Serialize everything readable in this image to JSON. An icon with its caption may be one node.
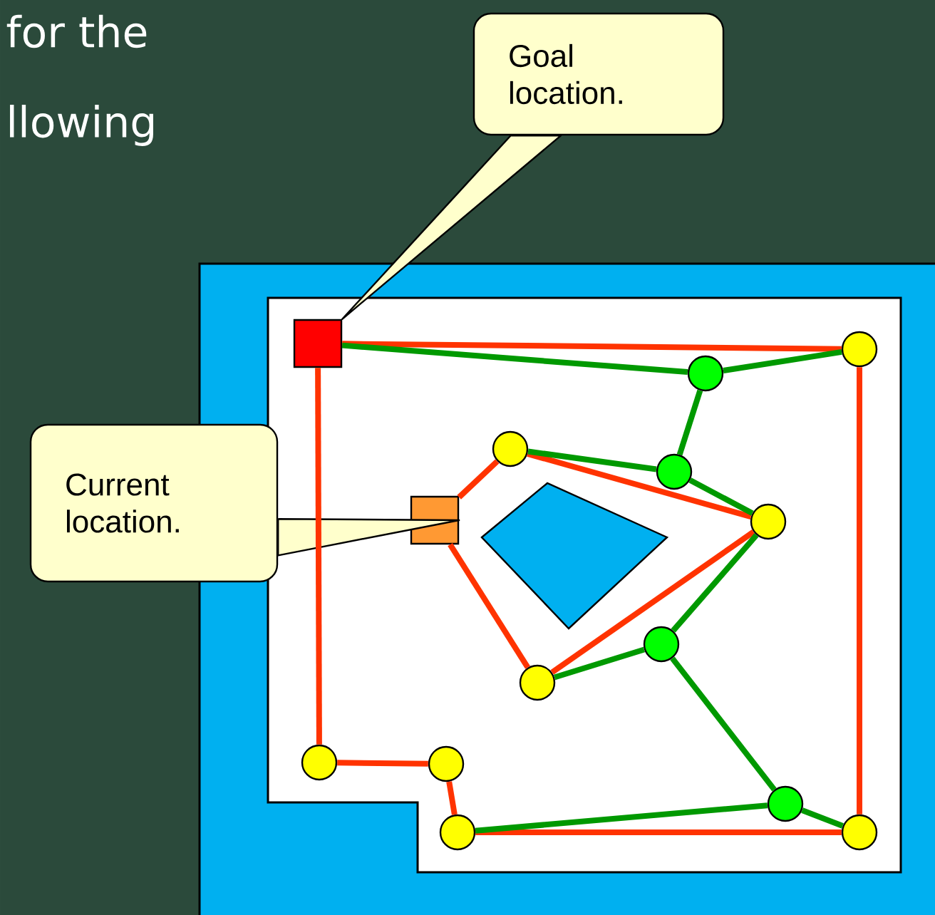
{
  "diagram": {
    "nodes": [
      {
        "text": [
          "Goal location."
        ]
      },
      {
        "text": [
          "Current location."
        ]
      },
      {
        "text": [],
        "shape": "box"
      },
      {
        "text": [],
        "shape": "box"
      },
      {
        "text": [],
        "shape": "circle"
      },
      {
        "text": [],
        "shape": "circle"
      },
      {
        "text": [],
        "shape": "circle"
      },
      {
        "text": [],
        "shape": "circle"
      },
      {
        "text": [],
        "shape": "circle"
      },
      {
        "text": [],
        "shape": "circle"
      },
      {
        "text": [],
        "shape": "circle"
      },
      {
        "text": [],
        "shape": "circle"
      },
      {
        "text": [],
        "shape": "circle"
      },
      {
        "text": [],
        "shape": "circle"
      },
      {
        "text": [],
        "shape": "circle"
      },
      {
        "text": [],
        "shape": "circle"
      }
    ],
    "edges": [
      {
        "from": 0,
        "to": 2,
        "arrow": "none"
      },
      {
        "from": 1,
        "to": 3,
        "arrow": "none"
      },
      {
        "from": 2,
        "to": 4,
        "arrow": "none",
        "color": "#ff3300"
      },
      {
        "from": 4,
        "to": 15,
        "arrow": "none",
        "color": "#ff3300"
      },
      {
        "from": 2,
        "to": 11,
        "arrow": "none",
        "color": "#ff3300"
      },
      {
        "from": 11,
        "to": 12,
        "arrow": "none",
        "color": "#ff3300"
      },
      {
        "from": 12,
        "to": 14,
        "arrow": "none",
        "color": "#ff3300"
      },
      {
        "from": 14,
        "to": 15,
        "arrow": "none",
        "color": "#ff3300"
      },
      {
        "from": 3,
        "to": 6,
        "arrow": "none",
        "color": "#ff3300"
      },
      {
        "from": 3,
        "to": 10,
        "arrow": "none",
        "color": "#ff3300"
      },
      {
        "from": 6,
        "to": 8,
        "arrow": "none",
        "color": "#ff3300"
      },
      {
        "from": 8,
        "to": 10,
        "arrow": "none",
        "color": "#ff3300"
      },
      {
        "from": 2,
        "to": 5,
        "arrow": "none",
        "color": "#009900"
      },
      {
        "from": 5,
        "to": 4,
        "arrow": "none",
        "color": "#009900"
      },
      {
        "from": 5,
        "to": 7,
        "arrow": "none",
        "color": "#009900"
      },
      {
        "from": 6,
        "to": 7,
        "arrow": "none",
        "color": "#009900"
      },
      {
        "from": 7,
        "to": 8,
        "arrow": "none",
        "color": "#009900"
      },
      {
        "from": 8,
        "to": 9,
        "arrow": "none",
        "color": "#009900"
      },
      {
        "from": 9,
        "to": 10,
        "arrow": "none",
        "color": "#009900"
      },
      {
        "from": 9,
        "to": 13,
        "arrow": "none",
        "color": "#009900"
      },
      {
        "from": 13,
        "to": 15,
        "arrow": "none",
        "color": "#009900"
      },
      {
        "from": 14,
        "to": 13,
        "arrow": "none",
        "color": "#009900"
      }
    ],
    "labels": [
      "for the",
      "llowing"
    ]
  }
}
